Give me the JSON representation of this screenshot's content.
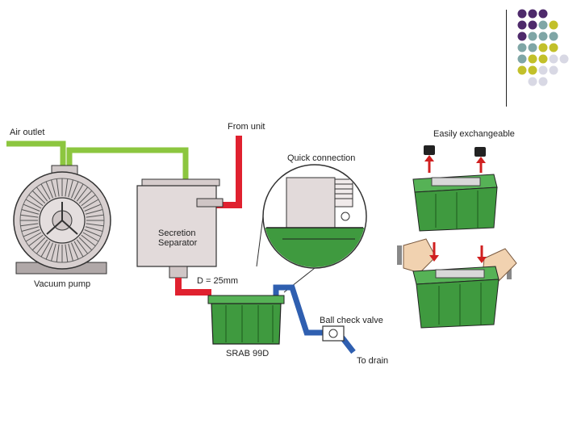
{
  "colors": {
    "purple": "#4e2a6b",
    "teal": "#7fa6a6",
    "olive": "#c2c02a",
    "lavender": "#d8d8e4",
    "pipe_green": "#8cc63f",
    "pipe_red": "#e0212f",
    "pipe_blue": "#2f5fb0",
    "canister_green": "#3f9a3f"
  },
  "labels": {
    "air_outlet": "Air outlet",
    "from_unit": "From unit",
    "easily_exchangeable": "Easily exchangeable",
    "quick_connection": "Quick connection",
    "secretion_separator": "Secretion\nSeparator",
    "vacuum_pump": "Vacuum pump",
    "diameter": "D = 25mm",
    "ball_check_valve": "Ball check valve",
    "srab": "SRAB 99D",
    "to_drain": "To drain"
  }
}
